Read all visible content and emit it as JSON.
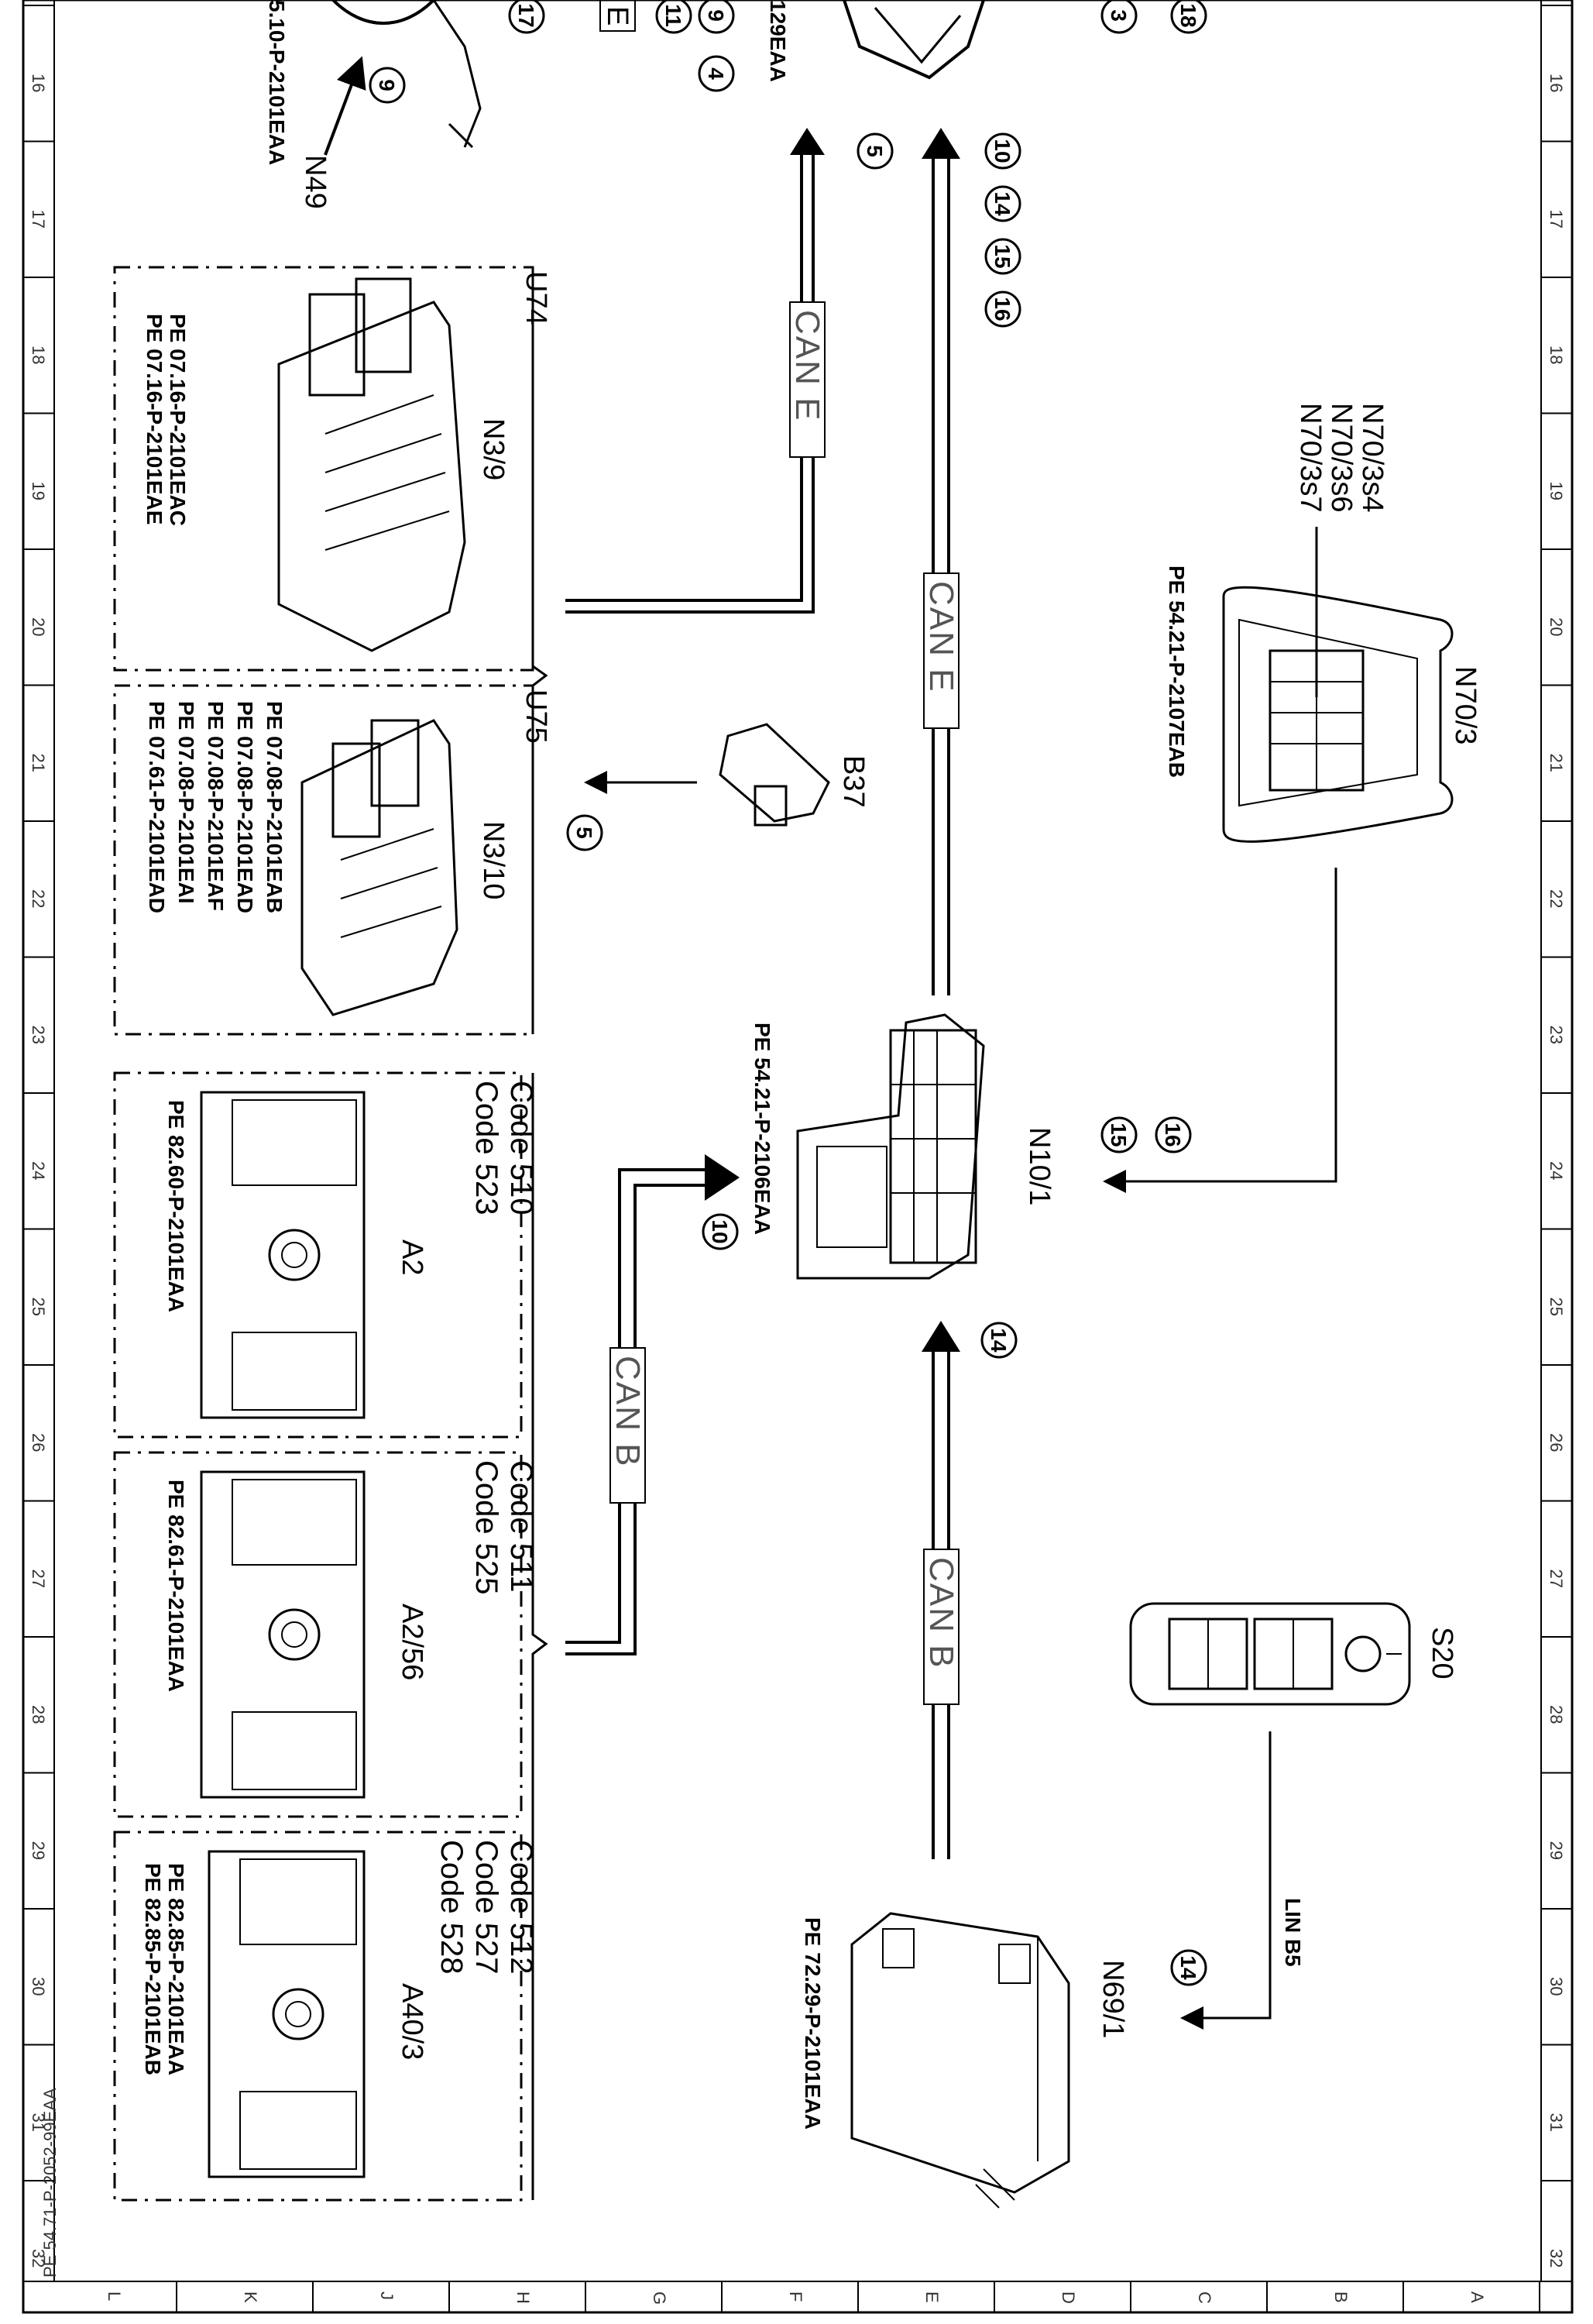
{
  "grid": {
    "columns": [
      "16",
      "17",
      "18",
      "19",
      "20",
      "21",
      "22",
      "23",
      "24",
      "25",
      "26",
      "27",
      "28",
      "29",
      "30",
      "31",
      "32"
    ],
    "rows": [
      "L",
      "K",
      "J",
      "H",
      "G",
      "F",
      "E",
      "D",
      "C",
      "B",
      "A"
    ]
  },
  "document_ref": "PE 54.71-P-2052-99EAA",
  "top_fragments": {
    "partial_ref_left": "5.10-P-2101EAA",
    "partial_ref_center": "129EAA",
    "boxed_letter": "E",
    "n49": "N49"
  },
  "components": {
    "n3_9": {
      "label": "N3/9",
      "group": "U74",
      "refs": [
        "PE 07.16-P-2101EAC",
        "PE 07.16-P-2101EAE"
      ]
    },
    "n3_10": {
      "label": "N3/10",
      "group": "U75",
      "refs": [
        "PE 07.08-P-2101EAB",
        "PE 07.08-P-2101EAD",
        "PE 07.08-P-2101EAF",
        "PE 07.08-P-2101EAI",
        "PE 07.61-P-2101EAD"
      ]
    },
    "b37": {
      "label": "B37"
    },
    "a2": {
      "label": "A2",
      "codes": [
        "Code 510",
        "Code 523"
      ],
      "ref": "PE 82.60-P-2101EAA"
    },
    "a2_56": {
      "label": "A2/56",
      "codes": [
        "Code 511",
        "Code 525"
      ],
      "ref": "PE 82.61-P-2101EAA"
    },
    "a40_3": {
      "label": "A40/3",
      "codes": [
        "Code 512",
        "Code 527",
        "Code 528"
      ],
      "refs": [
        "PE 82.85-P-2101EAA",
        "PE 82.85-P-2101EAB"
      ]
    },
    "n10_1": {
      "label": "N10/1",
      "ref": "PE 54.21-P-2106EAA"
    },
    "n70_3": {
      "label": "N70/3",
      "ref": "PE 54.21-P-2107EAB",
      "switches": [
        "N70/3s4",
        "N70/3s6",
        "N70/3s7"
      ]
    },
    "s20": {
      "label": "S20"
    },
    "n69_1": {
      "label": "N69/1",
      "ref": "PE 72.29-P-2101EAA"
    }
  },
  "buses": {
    "can_e": "CAN E",
    "can_b": "CAN B",
    "lin_b5": "LIN B5"
  },
  "callouts": {
    "top_left": [
      "17",
      "11",
      "9",
      "4",
      "9"
    ],
    "top_right": [
      "3",
      "18"
    ],
    "can_e_upper": "5",
    "can_e_main": [
      "10",
      "14",
      "15",
      "16"
    ],
    "b37_arrow": "5",
    "can_b_upper": "10",
    "n70_arrow": [
      "16",
      "15"
    ],
    "can_b_lower": "14",
    "lin_arrow": "14"
  }
}
